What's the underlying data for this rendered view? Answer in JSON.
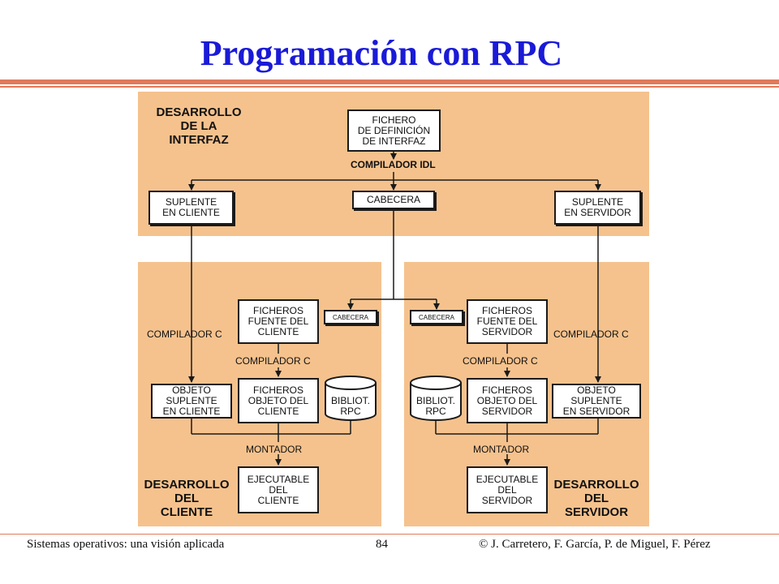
{
  "title": "Programación con RPC",
  "sections": {
    "interface": "DESARROLLO\nDE LA\nINTERFAZ",
    "client": "DESARROLLO\nDEL\nCLIENTE",
    "server": "DESARROLLO\nDEL\nSERVIDOR"
  },
  "boxes": {
    "idl_file": "FICHERO\nDE DEFINICIÓN\nDE INTERFAZ",
    "client_stub": "SUPLENTE\nEN CLIENTE",
    "header": "CABECERA",
    "server_stub": "SUPLENTE\nEN SERVIDOR",
    "client_header": "CABECERA",
    "server_header": "CABECERA",
    "client_source": "FICHEROS\nFUENTE DEL\nCLIENTE",
    "server_source": "FICHEROS\nFUENTE DEL\nSERVIDOR",
    "client_stub_object": "OBJETO\nSUPLENTE\nEN CLIENTE",
    "client_object": "FICHEROS\nOBJETO DEL\nCLIENTE",
    "client_lib": "BIBLIOT.\nRPC",
    "server_lib": "BIBLIOT.\nRPC",
    "server_object": "FICHEROS\nOBJETO DEL\nSERVIDOR",
    "server_stub_object": "OBJETO\nSUPLENTE\nEN SERVIDOR",
    "client_exec": "EJECUTABLE\nDEL\nCLIENTE",
    "server_exec": "EJECUTABLE\nDEL\nSERVIDOR"
  },
  "labels": {
    "idl_compiler": "COMPILADOR IDL",
    "c_compiler_left": "COMPILADOR  C",
    "c_compiler_client": "COMPILADOR  C",
    "c_compiler_server": "COMPILADOR  C",
    "c_compiler_right": "COMPILADOR  C",
    "linker_client": "MONTADOR",
    "linker_server": "MONTADOR"
  },
  "footer": {
    "left": "Sistemas operativos: una visión aplicada",
    "page": "84",
    "right": "© J. Carretero, F. García, P. de Miguel, F. Pérez"
  },
  "colors": {
    "title": "#1a1ad8",
    "panel": "#f5c28d",
    "rule": "#e07a5a"
  }
}
